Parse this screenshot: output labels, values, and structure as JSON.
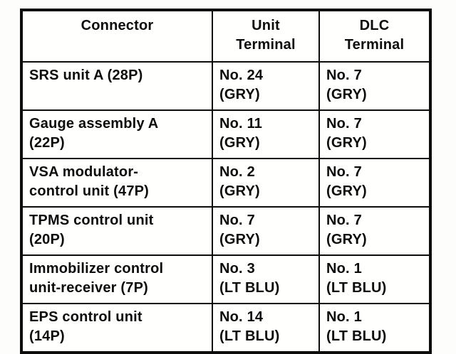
{
  "table": {
    "headers": {
      "connector": "Connector",
      "unit_terminal": "Unit\nTerminal",
      "dlc_terminal": "DLC\nTerminal"
    },
    "rows": [
      {
        "connector": "SRS unit A (28P)",
        "unit_terminal": "No. 24\n(GRY)",
        "dlc_terminal": "No. 7\n(GRY)"
      },
      {
        "connector": "Gauge assembly A\n(22P)",
        "unit_terminal": "No. 11\n(GRY)",
        "dlc_terminal": "No. 7\n(GRY)"
      },
      {
        "connector": "VSA modulator-\ncontrol unit (47P)",
        "unit_terminal": "No. 2\n(GRY)",
        "dlc_terminal": "No. 7\n(GRY)"
      },
      {
        "connector": "TPMS control unit\n(20P)",
        "unit_terminal": "No. 7\n(GRY)",
        "dlc_terminal": "No. 7\n(GRY)"
      },
      {
        "connector": "Immobilizer control\nunit-receiver (7P)",
        "unit_terminal": "No. 3\n(LT BLU)",
        "dlc_terminal": "No. 1\n(LT BLU)"
      },
      {
        "connector": "EPS control unit\n(14P)",
        "unit_terminal": "No. 14\n(LT BLU)",
        "dlc_terminal": "No. 1\n(LT BLU)"
      }
    ]
  }
}
